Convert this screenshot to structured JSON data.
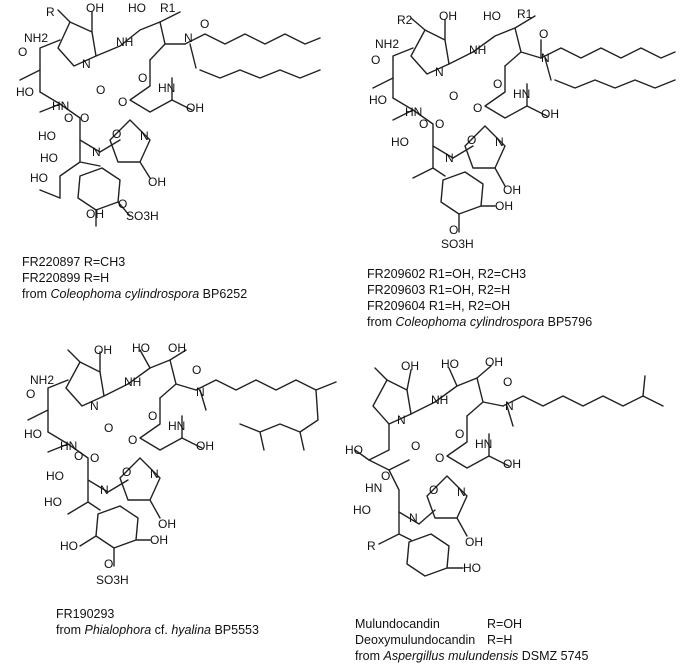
{
  "compounds": [
    {
      "id": "p1",
      "lines": [
        "FR220897 R=CH3",
        "FR220899 R=H"
      ],
      "source_prefix": "from ",
      "source_italic": "Coleophoma cylindrospora",
      "source_suffix": " BP6252",
      "atom_labels": [
        "NH2",
        "R",
        "OH",
        "HO",
        "R1",
        "N",
        "O",
        "O",
        "HO",
        "N",
        "O",
        "HN",
        "NH",
        "O",
        "O",
        "OH",
        "HN",
        "O",
        "N",
        "O",
        "HO",
        "N",
        "O",
        "HO",
        "OH",
        "HO",
        "OH",
        "O",
        "SO3H"
      ]
    },
    {
      "id": "p2",
      "lines": [
        "FR209602 R1=OH, R2=CH3",
        "FR209603 R1=OH, R2=H",
        "FR209604 R1=H, R2=OH"
      ],
      "source_prefix": "from ",
      "source_italic": "Coleophoma cylindrospora",
      "source_suffix": " BP5796",
      "atom_labels": [
        "NH2",
        "R2",
        "OH",
        "HO",
        "R1",
        "N",
        "O",
        "O",
        "HO",
        "N",
        "O",
        "HN",
        "NH",
        "O",
        "O",
        "OH",
        "HN",
        "O",
        "N",
        "O",
        "HO",
        "N",
        "O",
        "HO",
        "OH",
        "OH",
        "O",
        "SO3H"
      ]
    },
    {
      "id": "p3",
      "lines": [
        "FR190293"
      ],
      "source_prefix": "from ",
      "source_italic": "Phialophora",
      "source_middle": " cf. ",
      "source_italic2": "hyalina",
      "source_suffix": " BP5553",
      "atom_labels": [
        "NH2",
        "OH",
        "HO",
        "OH",
        "N",
        "O",
        "O",
        "HO",
        "N",
        "O",
        "HN",
        "NH",
        "O",
        "O",
        "OH",
        "HN",
        "O",
        "N",
        "O",
        "HO",
        "N",
        "O",
        "HO",
        "OH",
        "HO",
        "OH",
        "O",
        "SO3H"
      ]
    },
    {
      "id": "p4",
      "lines": [
        "Mulundocandin",
        "Deoxymulundocandin"
      ],
      "line_values": [
        "R=OH",
        "R=H"
      ],
      "source_prefix": "from ",
      "source_italic": "Aspergillus mulundensis",
      "source_suffix": " DSMZ 5745",
      "atom_labels": [
        "OH",
        "HO",
        "OH",
        "N",
        "O",
        "O",
        "HO",
        "N",
        "O",
        "HN",
        "NH",
        "O",
        "O",
        "OH",
        "HN",
        "O",
        "N",
        "O",
        "HO",
        "N",
        "O",
        "HO",
        "OH",
        "R",
        "HO"
      ]
    }
  ]
}
